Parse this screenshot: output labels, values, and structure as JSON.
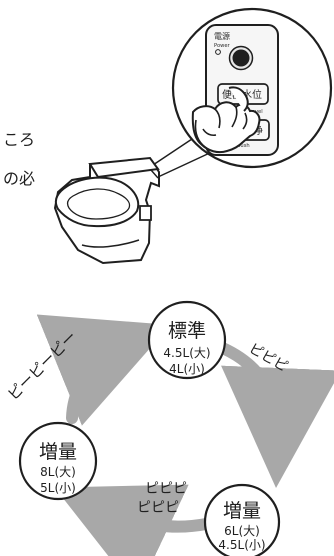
{
  "left_fragment": {
    "line1": "ころ",
    "line2": "の必"
  },
  "control_panel": {
    "power_label_jp": "電源",
    "power_label_en": "Power",
    "water_level_jp": "便器水位",
    "water_level_en": "Water Level",
    "flush_jp": "洗浄",
    "flush_en": "Flush"
  },
  "modes": {
    "standard": {
      "name": "標準",
      "large": "4.5L(大)",
      "small": "4L(小)"
    },
    "increase_small": {
      "name": "増量",
      "large": "6L(大)",
      "small": "4.5L(小)"
    },
    "increase_large": {
      "name": "増量",
      "large": "8L(大)",
      "small": "5L(小)"
    }
  },
  "sounds": {
    "top_right": "ピピピ",
    "bottom_line1": "ピピピ",
    "bottom_line2": "ピピピ",
    "left": "ピーピーピー"
  },
  "colors": {
    "arrow": "#a8a8a8",
    "line": "#1f1f1f",
    "panel_fill": "#f6f6f6",
    "button_fill": "#f8f8f8"
  }
}
